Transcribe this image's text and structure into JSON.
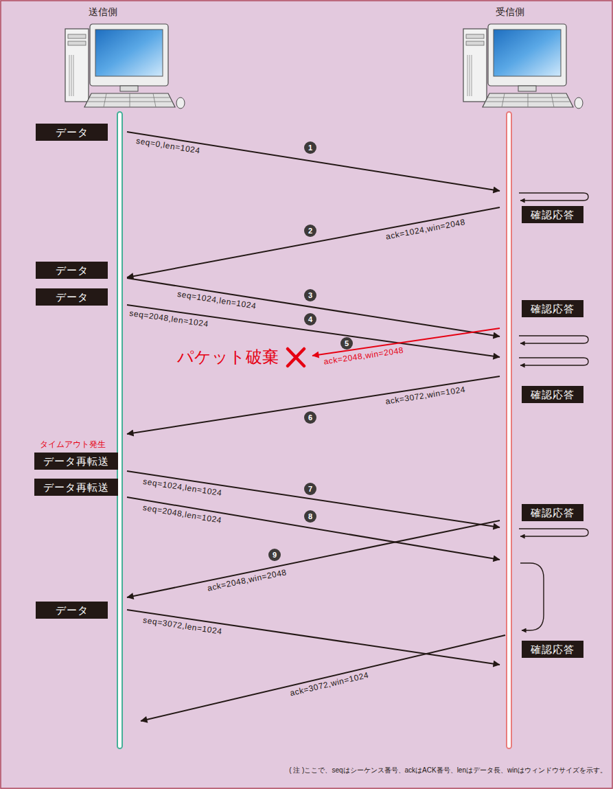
{
  "diagram": {
    "nodes": [
      {
        "text": [
          "データ"
        ]
      },
      {
        "text": [
          "確認応答"
        ]
      },
      {
        "text": [
          "データ"
        ]
      },
      {
        "text": [
          "データ"
        ]
      },
      {
        "text": [
          "確認応答"
        ]
      },
      {
        "text": [
          "確認応答"
        ]
      },
      {
        "text": [
          "データ再転送"
        ]
      },
      {
        "text": [
          "データ再転送"
        ]
      },
      {
        "text": [
          "確認応答"
        ]
      },
      {
        "text": [
          "データ"
        ]
      },
      {
        "text": [
          "確認応答"
        ]
      }
    ],
    "labels": [
      "送信側",
      "受信側",
      "seq=0,len=1024",
      "1",
      "ack=1024,win=2048",
      "2",
      "seq=1024,len=1024",
      "3",
      "seq=2048,len=1024",
      "4",
      "5",
      "パケット破棄",
      "ack=2048,win=2048",
      "ack=3072,win=1024",
      "6",
      "タイムアウト発生",
      "seq=1024,len=1024",
      "7",
      "seq=2048,len=1024",
      "8",
      "9",
      "ack=2048,win=2048",
      "seq=3072,len=1024",
      "ack=3072,win=1024",
      "( 注 )ここで、seqはシーケンス番号、ackはACK番号、lenはデータ長、winはウィンドウサイズを示す。"
    ]
  }
}
